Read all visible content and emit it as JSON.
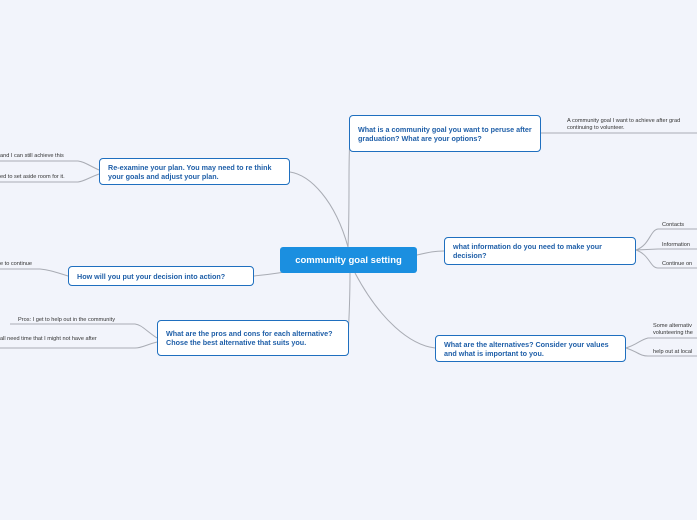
{
  "central": {
    "label": "community goal setting"
  },
  "topics": {
    "goal": {
      "label": "What is a community goal you want to peruse after graduation? What are your options?"
    },
    "info": {
      "label": "what information do you need to make your decision?"
    },
    "alternatives": {
      "label": "What are the alternatives? Consider your values and what is important to you."
    },
    "proscons": {
      "label": "What are the pros and cons for each alternative? Chose the best alternative that suits you."
    },
    "action": {
      "label": "How will you put your decision into action?"
    },
    "reexamine": {
      "label": "Re-examine your plan. You may need to re think your goals and adjust your plan."
    }
  },
  "subtopics": {
    "goal_1": "A community goal I want to achieve after grad",
    "goal_2": "continuing to volunteer.",
    "info_1": "Contacts",
    "info_2": "Information",
    "info_3": "Continue on",
    "alt_1": "Some alternativ",
    "alt_2": "volunteering the",
    "alt_3": "help out at local",
    "pc_1": "Pros: I get to help out in the community",
    "pc_2": "all need time that I might not have after",
    "act_1": "e to continue",
    "re_1": "and I can still achieve this",
    "re_2": "ed to set aside room for it."
  },
  "colors": {
    "background": "#f2f4fb",
    "central_fill": "#1b8fe0",
    "topic_border": "#1f6fbf",
    "topic_text": "#1f5fa8",
    "connector": "#a9acb4"
  }
}
